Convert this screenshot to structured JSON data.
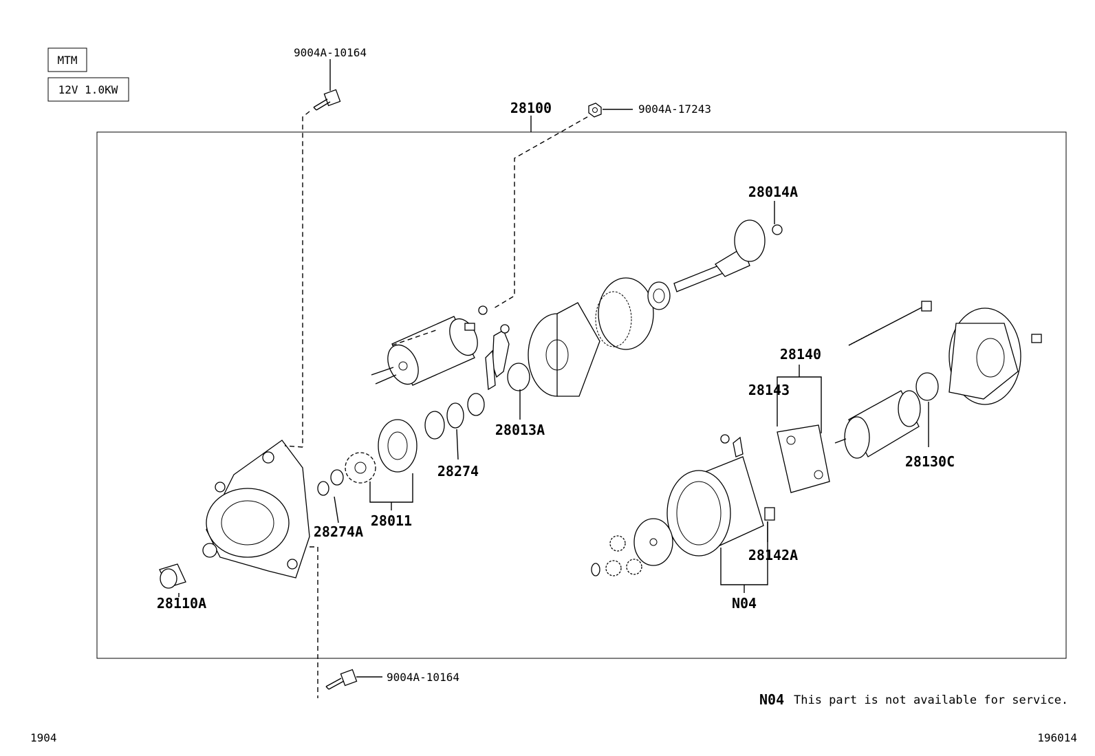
{
  "tags": {
    "transmission": "MTM",
    "spec": "12V 1.0KW"
  },
  "assembly": "28100",
  "callouts": {
    "bolt_top": "9004A-10164",
    "nut_top": "9004A-17243",
    "cover": "28014A",
    "ring": "28013A",
    "brush_holder_asm": "28140",
    "brush_holder": "28143",
    "bushing": "28130C",
    "clip": "28274",
    "clip_small": "28274A",
    "clutch": "28011",
    "brush": "28142A",
    "yoke": "N04",
    "cap": "28110A",
    "bolt_bottom": "9004A-10164"
  },
  "footnote": {
    "code": "N04",
    "text": "This part is not available for service."
  },
  "footer": {
    "left": "1904",
    "right": "196014"
  }
}
